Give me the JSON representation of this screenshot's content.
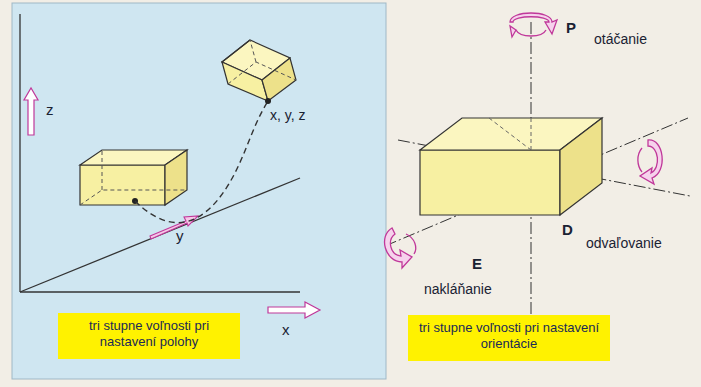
{
  "diagram": {
    "nodes": [
      {
        "text": [
          "tri stupne voľnosti pri nastavení polohy"
        ]
      },
      {
        "text": [
          "tri stupne voľnosti pri nastavení orientácie"
        ]
      }
    ],
    "labels": [
      "z",
      "y",
      "x, y, z",
      "x",
      "P",
      "otáčanie",
      "D",
      "odvaľovanie",
      "E",
      "nakláňanie"
    ]
  }
}
